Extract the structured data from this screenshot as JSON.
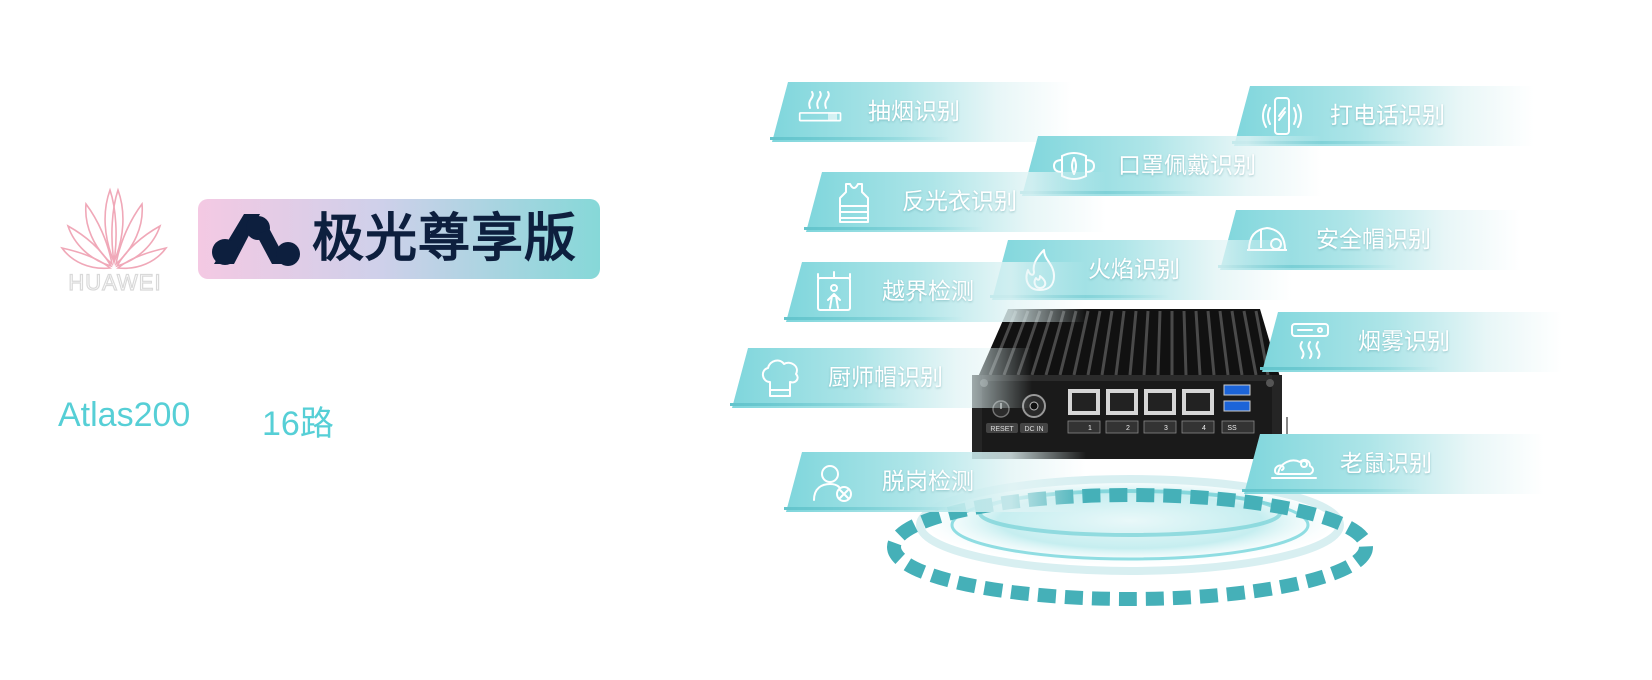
{
  "brand": {
    "wordmark": "HUAWEI",
    "edition": "极光尊享版",
    "colors": {
      "accent": "#56cfd6",
      "badge_text": "#0d1f3e",
      "logo": "#f0a8b8"
    }
  },
  "specs": {
    "model": "Atlas200",
    "channels": "16路"
  },
  "device": {
    "labels": {
      "reset": "RESET",
      "dc_in": "DC IN",
      "port1": "1",
      "port2": "2",
      "port3": "3",
      "port4": "4",
      "usb": "SS"
    }
  },
  "features": [
    {
      "label": "抽烟识别",
      "icon": "cigarette-icon"
    },
    {
      "label": "打电话识别",
      "icon": "phone-call-icon"
    },
    {
      "label": "口罩佩戴识别",
      "icon": "mask-icon"
    },
    {
      "label": "反光衣识别",
      "icon": "vest-icon"
    },
    {
      "label": "安全帽识别",
      "icon": "helmet-icon"
    },
    {
      "label": "火焰识别",
      "icon": "flame-icon"
    },
    {
      "label": "越界检测",
      "icon": "boundary-icon"
    },
    {
      "label": "烟雾识别",
      "icon": "smoke-detector-icon"
    },
    {
      "label": "厨师帽识别",
      "icon": "chef-hat-icon"
    },
    {
      "label": "老鼠识别",
      "icon": "rat-icon"
    },
    {
      "label": "脱岗检测",
      "icon": "person-absent-icon"
    }
  ]
}
